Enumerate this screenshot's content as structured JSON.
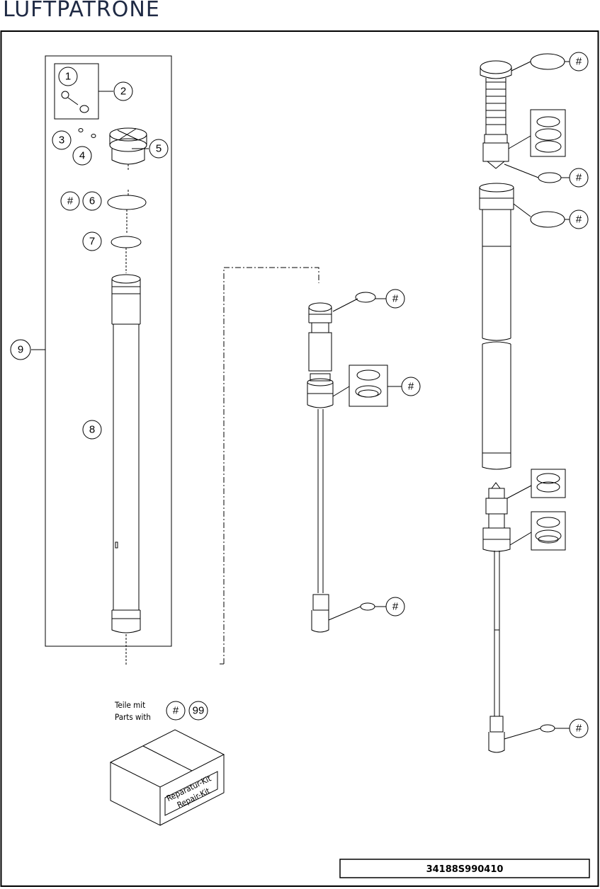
{
  "title": "LUFTPATRONE",
  "callouts": {
    "c1": "1",
    "c2": "2",
    "c3": "3",
    "c4": "4",
    "c5": "5",
    "c6": "6",
    "c7": "7",
    "c8": "8",
    "c9": "9",
    "c99": "99",
    "hash": "#"
  },
  "kit": {
    "line1": "Teile mit",
    "line2": "Parts with",
    "box_line1": "Reparatur-Kit",
    "box_line2": "Repair-Kit"
  },
  "drawing_id": "34188S990410"
}
